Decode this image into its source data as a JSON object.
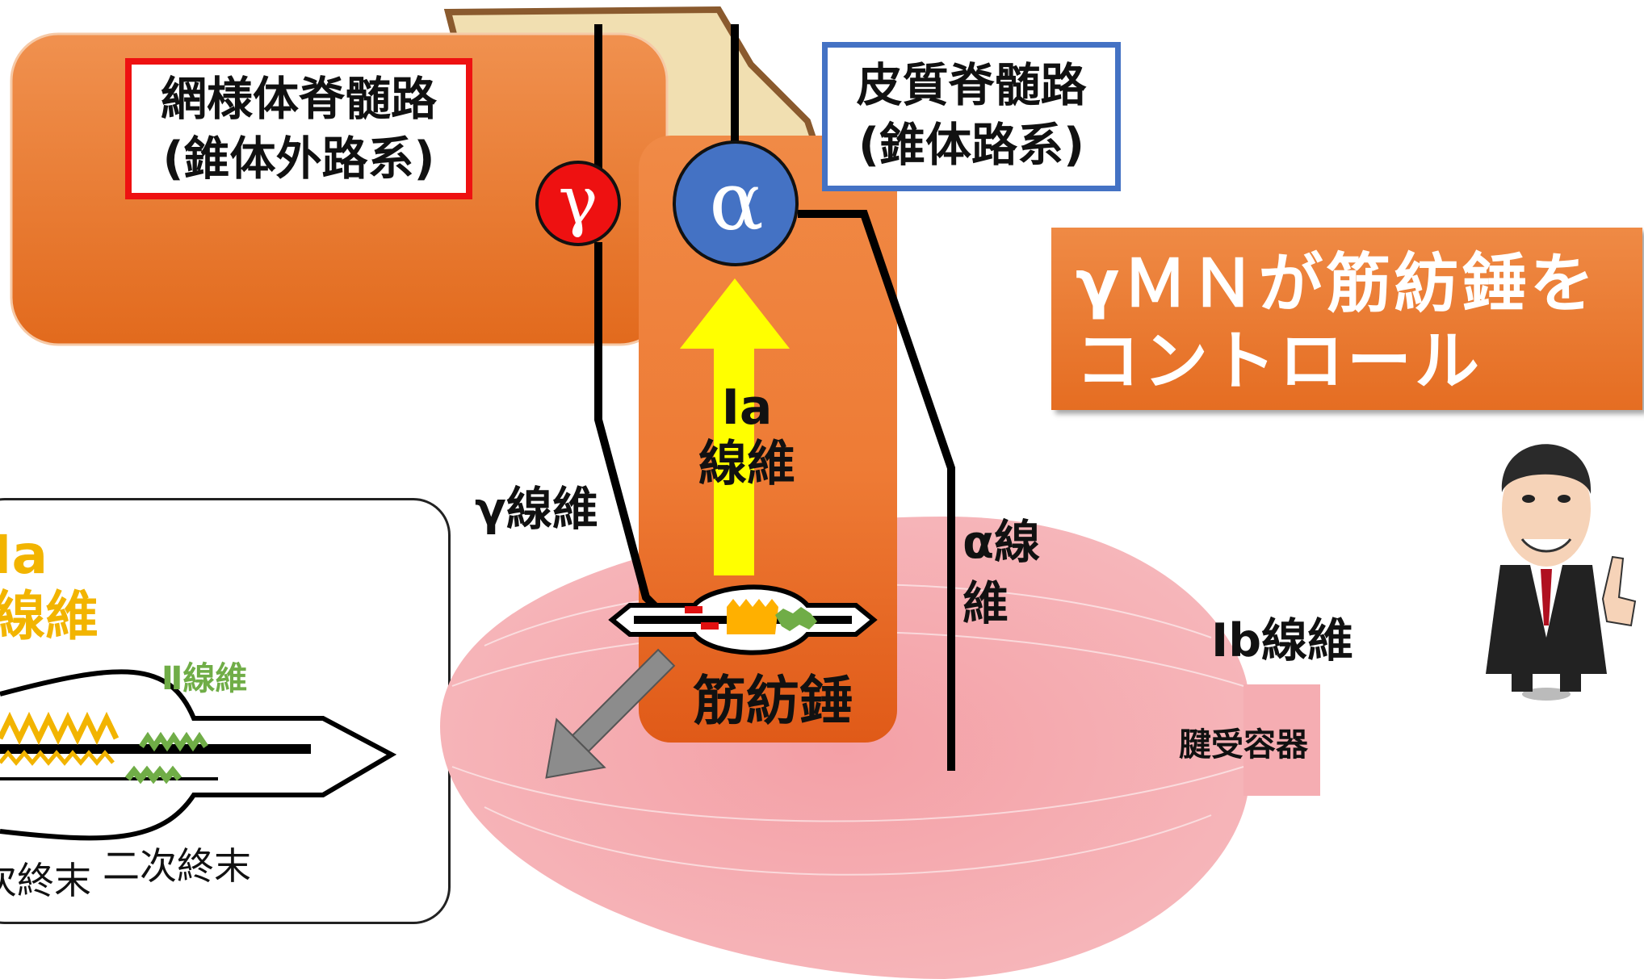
{
  "tracts": {
    "reticulospinal": [
      "網様体脊髄路",
      "(錐体外路系)"
    ],
    "corticospinal": [
      "皮質脊髄路",
      "(錐体路系)"
    ]
  },
  "neurons": {
    "gamma": "γ",
    "alpha": "α"
  },
  "fibers": {
    "ia_center": [
      "Ⅰa",
      "線維"
    ],
    "gamma_fiber": "γ線維",
    "alpha_fiber": [
      "α線",
      "維"
    ],
    "ib_fiber": "Ⅰb線維"
  },
  "structures": {
    "muscle_spindle": "筋紡錘",
    "tendon_receptor": "腱受容器"
  },
  "banner": {
    "lines": [
      "γＭＮが筋紡錘を",
      "コントロール"
    ]
  },
  "inset": {
    "ia_label": [
      "Ⅰa",
      "線維"
    ],
    "ii_label": "Ⅱ線維",
    "primary_ending": "次終末",
    "secondary_ending": "二次終末"
  },
  "colors": {
    "spinal_orange": "#ee8a44",
    "gamma_neuron": "#ee1111",
    "alpha_neuron": "#4472c4",
    "ia_arrow": "#ffff00",
    "muscle_pink": "#f4a6aa",
    "ia_inset": "#f2b400",
    "ii_inset": "#70ad47"
  }
}
